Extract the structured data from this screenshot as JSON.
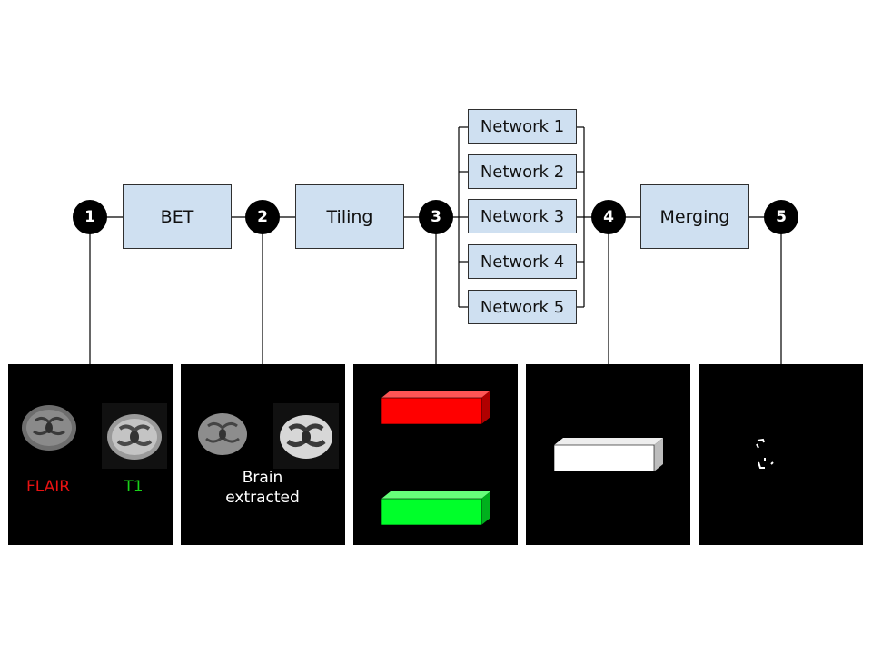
{
  "nodes": [
    "1",
    "2",
    "3",
    "4",
    "5"
  ],
  "steps": {
    "bet": "BET",
    "tiling": "Tiling",
    "merging": "Merging"
  },
  "networks": [
    "Network 1",
    "Network 2",
    "Network 3",
    "Network 4",
    "Network 5"
  ],
  "panels": {
    "p1": {
      "flair": "FLAIR",
      "t1": "T1"
    },
    "p2": {
      "caption_line1": "Brain",
      "caption_line2": "extracted"
    }
  },
  "colors": {
    "box_fill": "#cfe0f1",
    "flair_label": "#e81212",
    "t1_label": "#19d219",
    "red_block": "#ff0000",
    "green_block": "#00ff2a",
    "white_block": "#ffffff"
  }
}
